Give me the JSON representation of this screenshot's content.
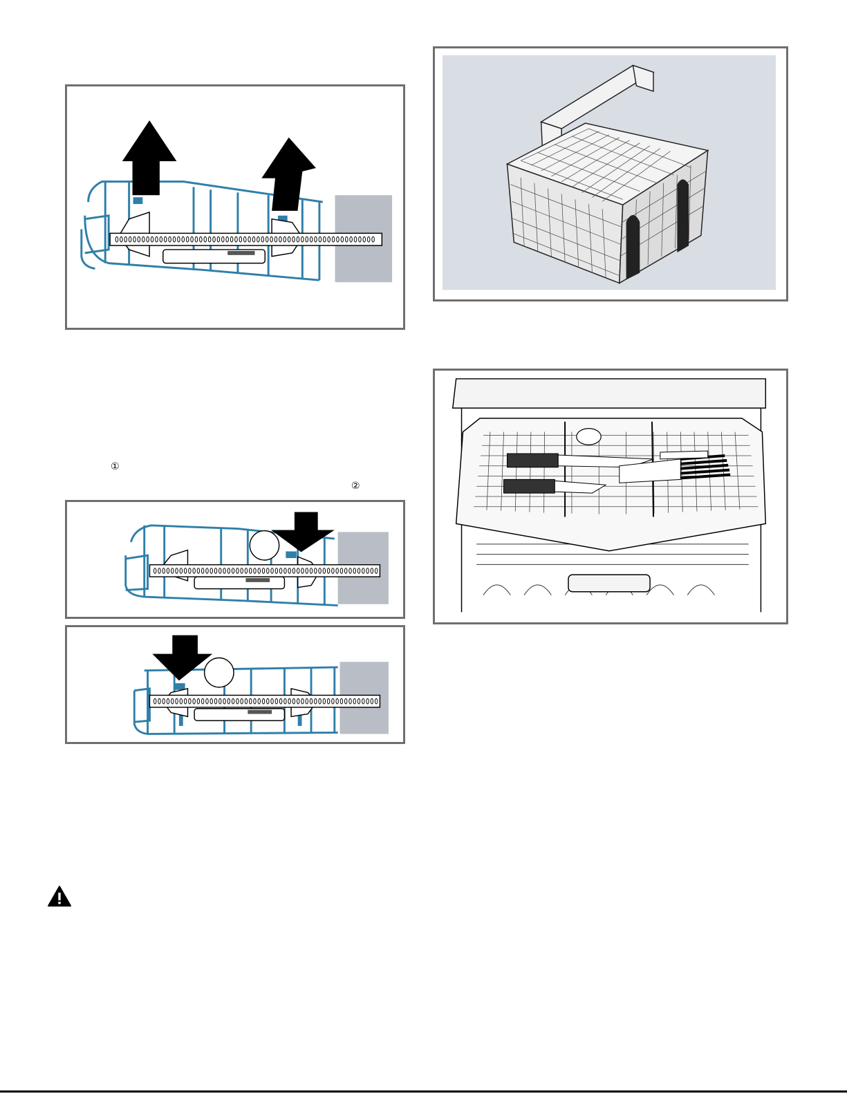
{
  "figures": {
    "rack_lift": {
      "name": "upper-rack-lift-illustration"
    },
    "rack_lower_step1": {
      "name": "upper-rack-lower-step-1"
    },
    "rack_lower_step2": {
      "name": "upper-rack-lower-step-2"
    },
    "cutlery_basket": {
      "name": "cutlery-basket-illustration"
    },
    "cutlery_drawer": {
      "name": "cutlery-drawer-illustration"
    }
  },
  "step_markers": {
    "one": "①",
    "two": "②"
  },
  "icons": {
    "warning": "warning-icon"
  },
  "colors": {
    "rack_wire": "#2f7fa8",
    "frame_border": "#6f6f6f",
    "basket_bg": "#d9dde4",
    "wall": "#b9bec6",
    "arrow": "#000000"
  }
}
